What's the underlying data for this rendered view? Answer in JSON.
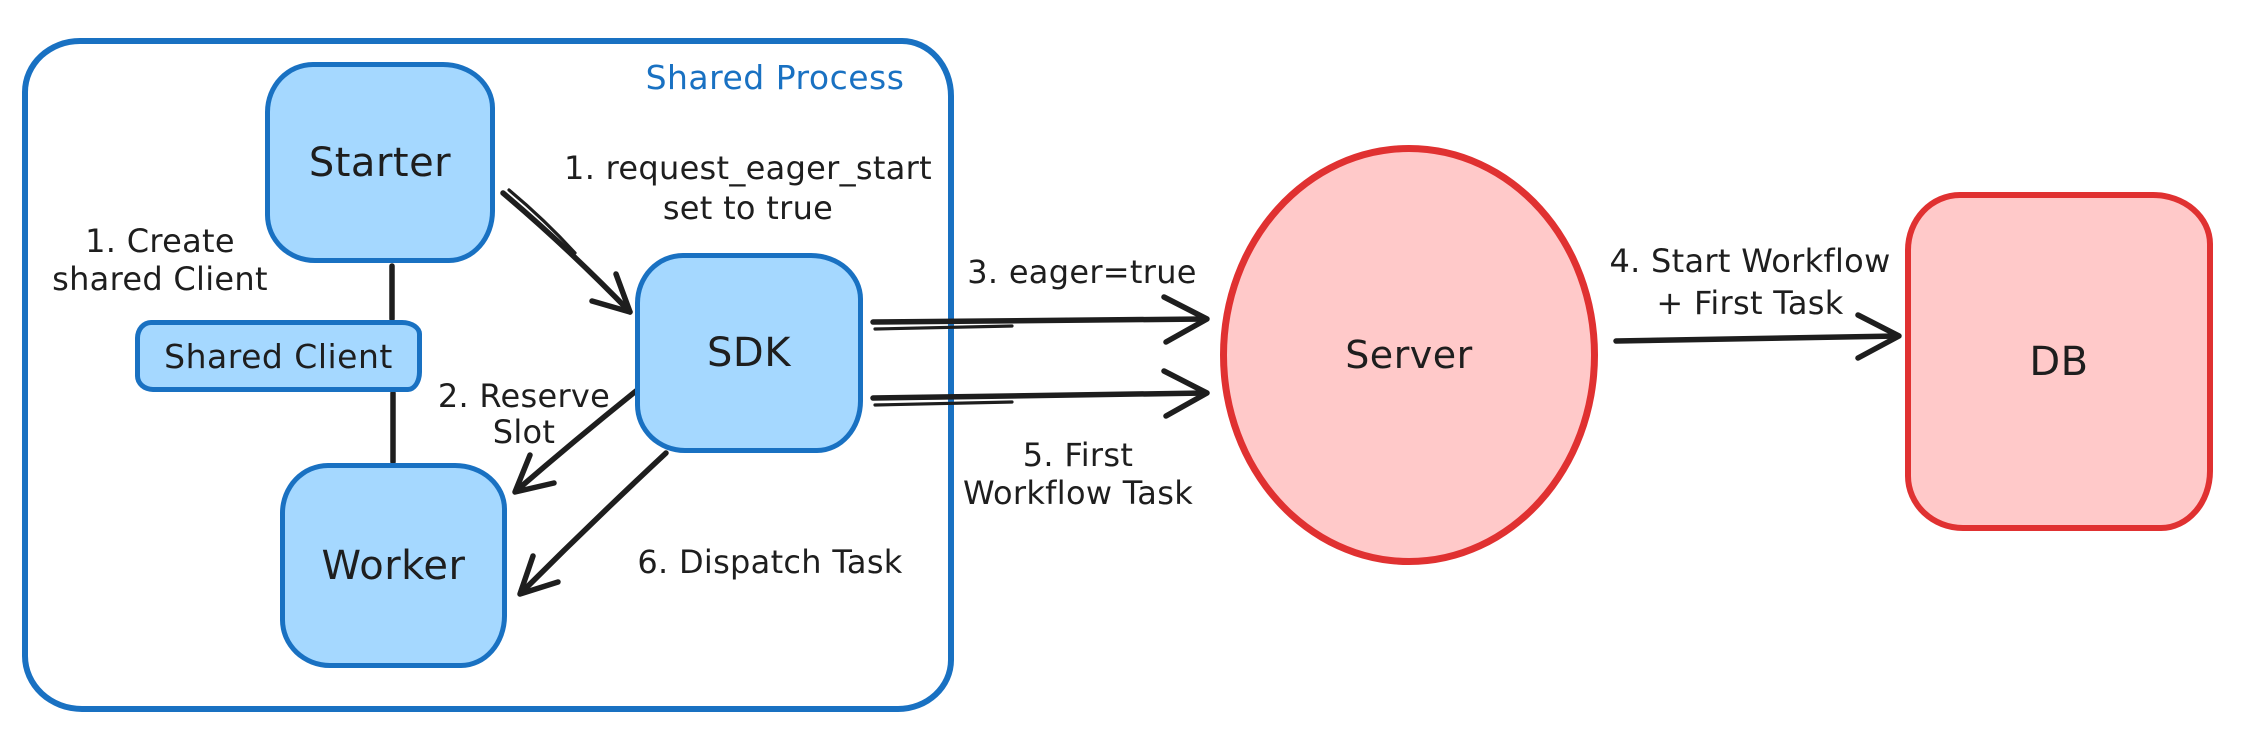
{
  "diagram": {
    "container": {
      "label": "Shared Process"
    },
    "nodes": {
      "starter": {
        "label": "Starter"
      },
      "shared_client": {
        "label": "Shared Client"
      },
      "worker": {
        "label": "Worker"
      },
      "sdk": {
        "label": "SDK"
      },
      "server": {
        "label": "Server"
      },
      "db": {
        "label": "DB"
      }
    },
    "annotations": {
      "create_shared_client": {
        "line1": "1. Create",
        "line2": "shared Client"
      },
      "request_eager_start": {
        "line1": "1. request_eager_start",
        "line2": "set to true"
      },
      "reserve_slot": {
        "line1": "2. Reserve",
        "line2": "Slot"
      },
      "eager_true": {
        "text": "3. eager=true"
      },
      "start_workflow": {
        "line1": "4. Start Workflow",
        "line2": "+ First Task"
      },
      "first_workflow_task": {
        "line1": "5. First",
        "line2": "Workflow Task"
      },
      "dispatch_task": {
        "text": "6. Dispatch Task"
      }
    },
    "colors": {
      "blue_stroke": "#1971c2",
      "blue_fill": "#a5d8ff",
      "red_stroke": "#e03131",
      "red_fill": "#ffc9c9",
      "ink": "#1e1e1e",
      "background": "#ffffff"
    }
  }
}
